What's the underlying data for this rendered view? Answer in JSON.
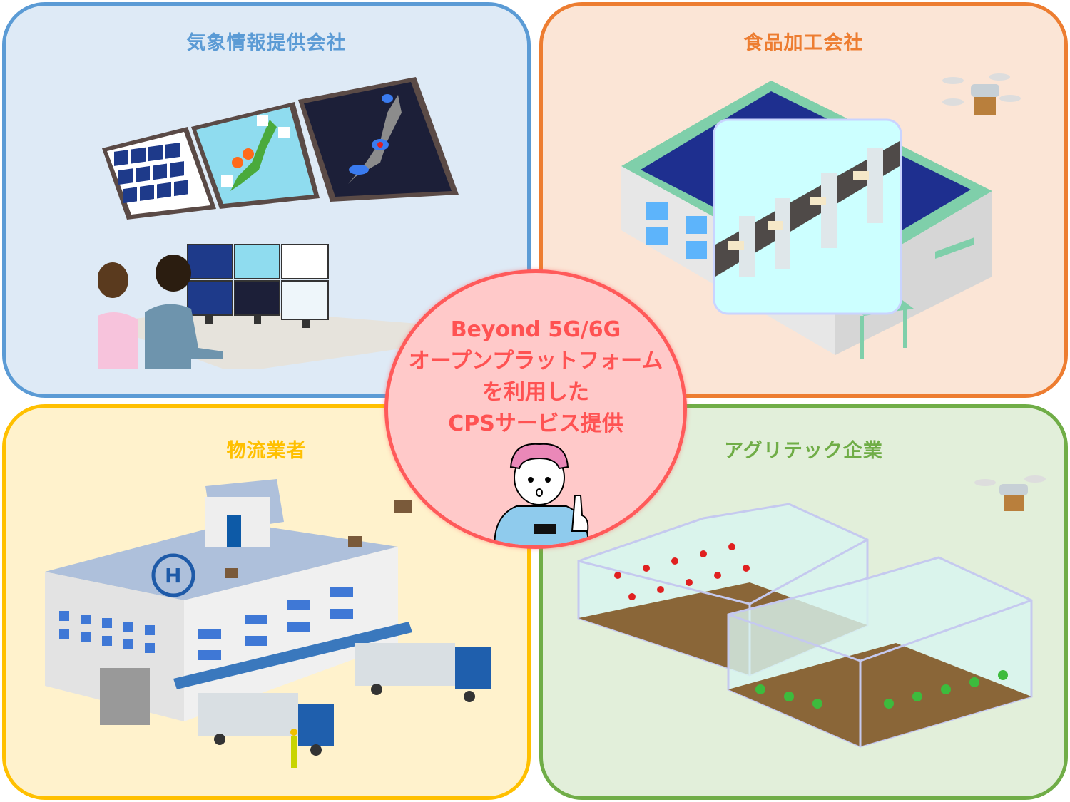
{
  "center": {
    "lines": [
      "Beyond 5G/6G",
      "オープンプラットフォーム",
      "を利用した",
      "CPSサービス提供"
    ],
    "fill_color": "#ffc9c9",
    "border_color": "#ff5a5a",
    "text_color": "#ff5252",
    "character": "guide-character-pointing"
  },
  "panels": [
    {
      "id": "weather",
      "title": "気象情報提供会社",
      "title_color": "#5b9bd5",
      "bg": "#deeaf6",
      "border": "#5b9bd5",
      "illustration": "weather-monitoring-room"
    },
    {
      "id": "food",
      "title": "食品加工会社",
      "title_color": "#ed7d31",
      "bg": "#fbe5d6",
      "border": "#ed7d31",
      "illustration": "food-factory-with-conveyor"
    },
    {
      "id": "logistics",
      "title": "物流業者",
      "title_color": "#ffc000",
      "bg": "#fff2cc",
      "border": "#ffc000",
      "illustration": "logistics-warehouse-with-trucks"
    },
    {
      "id": "agritech",
      "title": "アグリテック企業",
      "title_color": "#70ad47",
      "bg": "#e2efda",
      "border": "#70ad47",
      "illustration": "greenhouses-with-crops"
    }
  ]
}
